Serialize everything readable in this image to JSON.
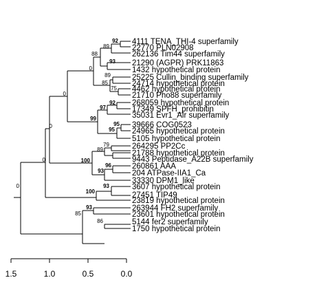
{
  "axis": {
    "ticks": [
      "1.5",
      "1.0",
      "0.5",
      "0.0"
    ]
  },
  "leaves": [
    "4111 TENA_THI-4 superfamily",
    "22770 PLN02908",
    "262136 Tim44 superfamily",
    "21290 (AGPR) PRK11863",
    "1432 hypothetical protein",
    "25225 Cullin_binding superfamily",
    "24714 hypothetical protein",
    "4462 hypothetical protein",
    "21710 Pho88 superfamily",
    "268059 hypothetical protein",
    "17349 SPFH_prohibitin",
    "35031 Evr1_Alr superfamily",
    "39666 COG0523",
    "24965 hypothetical protein",
    "5105 hypothetical protein",
    "264295 PP2Cc",
    "21788 hypothetical protein",
    "9443 Peptidase_A22B superfamily",
    "260861 AAA",
    "204 ATPase-IIA1_Ca",
    "33330 DPM1_like",
    "3607 hypothetical protein",
    "27451 TIP49",
    "23819 hypothetical protein",
    "263944 FH2 superfamily",
    "23601 hypothetical protein",
    "5144 fer2 superfamily",
    "1750 hypothetical protein"
  ],
  "support_values": [
    "92",
    "89",
    "88",
    "93",
    "0",
    "89",
    "85",
    "75",
    "0",
    "92",
    "97",
    "99",
    "95",
    "95",
    "0",
    "79",
    "89",
    "100",
    "96",
    "93",
    "0",
    "100",
    "93",
    "93",
    "85",
    "86",
    "0"
  ],
  "colors": {
    "line": "#000000",
    "background": "#ffffff"
  }
}
